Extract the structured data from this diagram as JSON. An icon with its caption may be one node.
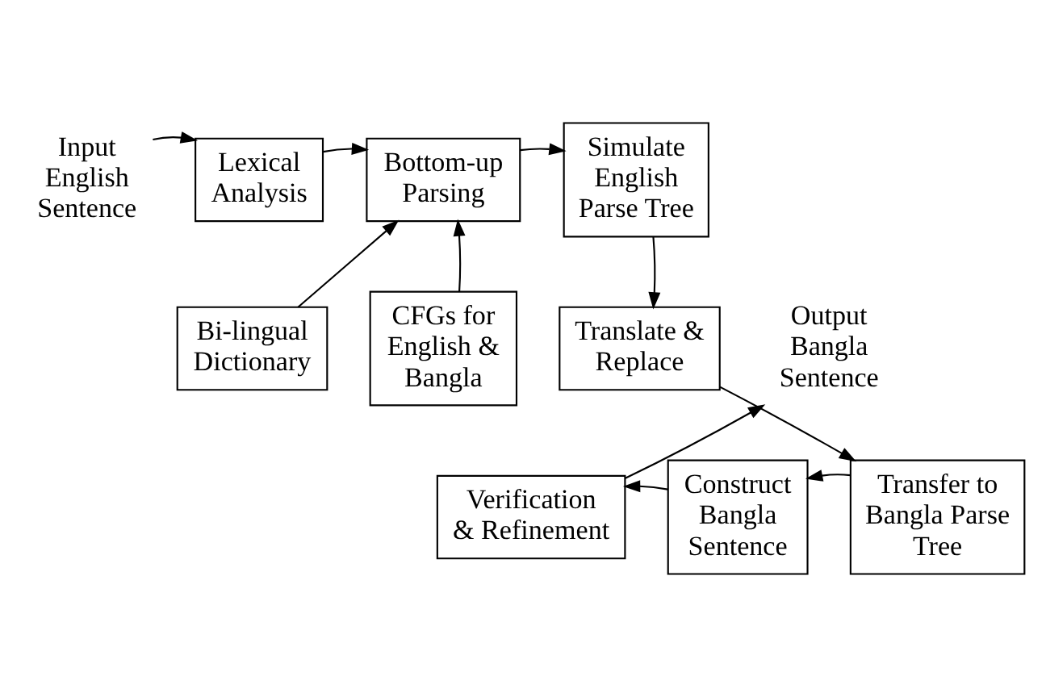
{
  "diagram": {
    "nodes": [
      {
        "text": [
          "Input English Sentence"
        ]
      },
      {
        "text": [
          "Lexical Analysis"
        ]
      },
      {
        "text": [
          "Bottom-up Parsing"
        ]
      },
      {
        "text": [
          "Simulate English Parse Tree"
        ]
      },
      {
        "text": [
          "Bi-lingual Dictionary"
        ]
      },
      {
        "text": [
          "CFGs for English & Bangla"
        ]
      },
      {
        "text": [
          "Translate & Replace"
        ]
      },
      {
        "text": [
          "Transfer to Bangla Parse Tree"
        ]
      },
      {
        "text": [
          "Construct Bangla Sentence"
        ]
      },
      {
        "text": [
          "Verification & Refinement"
        ]
      },
      {
        "text": [
          "Output Bangla Sentence"
        ]
      }
    ],
    "edges": [
      {
        "from": 0,
        "to": 1,
        "arrow": "to"
      },
      {
        "from": 1,
        "to": 2,
        "arrow": "to"
      },
      {
        "from": 2,
        "to": 3,
        "arrow": "to"
      },
      {
        "from": 4,
        "to": 2,
        "arrow": "to"
      },
      {
        "from": 5,
        "to": 2,
        "arrow": "to"
      },
      {
        "from": 3,
        "to": 6,
        "arrow": "to"
      },
      {
        "from": 6,
        "to": 7,
        "arrow": "to"
      },
      {
        "from": 7,
        "to": 8,
        "arrow": "to"
      },
      {
        "from": 8,
        "to": 9,
        "arrow": "to"
      },
      {
        "from": 9,
        "to": 10,
        "arrow": "to"
      }
    ]
  }
}
